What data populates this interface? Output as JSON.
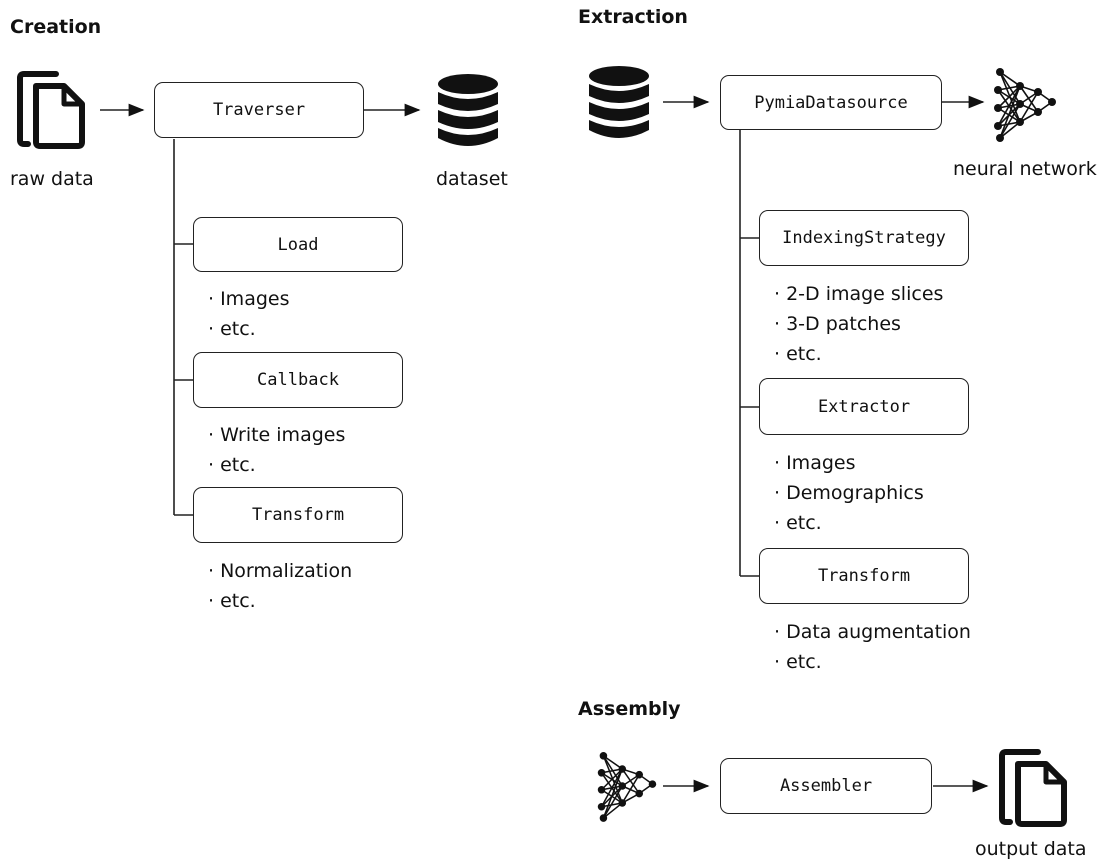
{
  "creation": {
    "title": "Creation",
    "input_caption": "raw data",
    "traverser": "Traverser",
    "output_caption": "dataset",
    "load": "Load",
    "load_items": [
      "· Images",
      "· etc."
    ],
    "callback": "Callback",
    "callback_items": [
      "· Write images",
      "· etc."
    ],
    "transform": "Transform",
    "transform_items": [
      "· Normalization",
      "· etc."
    ]
  },
  "extraction": {
    "title": "Extraction",
    "datasource": "PymiaDatasource",
    "output_caption": "neural network",
    "indexing": "IndexingStrategy",
    "indexing_items": [
      "· 2-D image slices",
      "· 3-D patches",
      "· etc."
    ],
    "extractor": "Extractor",
    "extractor_items": [
      "· Images",
      "· Demographics",
      "· etc."
    ],
    "transform": "Transform",
    "transform_items": [
      "· Data augmentation",
      "· etc."
    ]
  },
  "assembly": {
    "title": "Assembly",
    "assembler": "Assembler",
    "output_caption": "output data"
  },
  "icons": {
    "raw_data": "document-icon",
    "dataset": "database-icon",
    "extraction_input": "database-icon",
    "neural_network": "neural-network-icon",
    "assembly_input": "neural-network-icon",
    "output_data": "document-icon"
  }
}
